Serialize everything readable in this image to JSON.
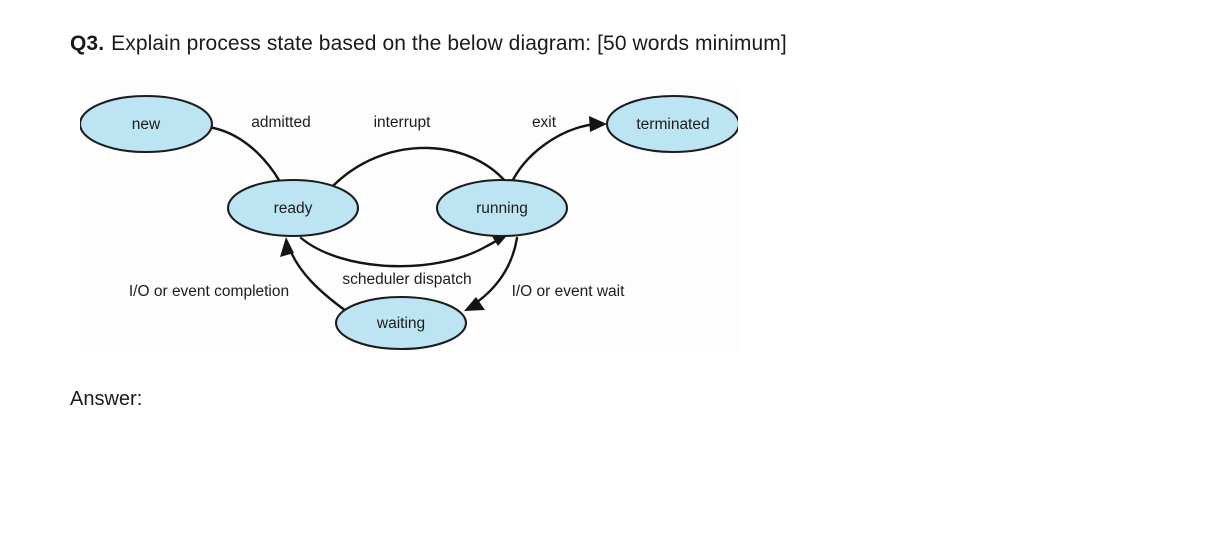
{
  "question": {
    "number": "Q3.",
    "text": "Explain process state based on the below diagram: [50 words minimum]"
  },
  "answer": {
    "label": "Answer:"
  },
  "diagram": {
    "title": "process-state-diagram",
    "colors": {
      "state_fill": "#bce4f2",
      "state_stroke": "#1c1c1c",
      "edge_stroke": "#141414",
      "figure_background": "#fdfdfd"
    },
    "states": [
      {
        "id": "new",
        "label": "new"
      },
      {
        "id": "ready",
        "label": "ready"
      },
      {
        "id": "running",
        "label": "running"
      },
      {
        "id": "waiting",
        "label": "waiting"
      },
      {
        "id": "terminated",
        "label": "terminated"
      }
    ],
    "transitions": [
      {
        "id": "admitted",
        "label": "admitted",
        "from": "new",
        "to": "ready"
      },
      {
        "id": "interrupt",
        "label": "interrupt",
        "from": "running",
        "to": "ready"
      },
      {
        "id": "exit",
        "label": "exit",
        "from": "running",
        "to": "terminated"
      },
      {
        "id": "scheduler-dispatch",
        "label": "scheduler dispatch",
        "from": "ready",
        "to": "running"
      },
      {
        "id": "io-event-completion",
        "label": "I/O or event completion",
        "from": "waiting",
        "to": "ready"
      },
      {
        "id": "io-event-wait",
        "label": "I/O or event wait",
        "from": "running",
        "to": "waiting"
      }
    ]
  }
}
